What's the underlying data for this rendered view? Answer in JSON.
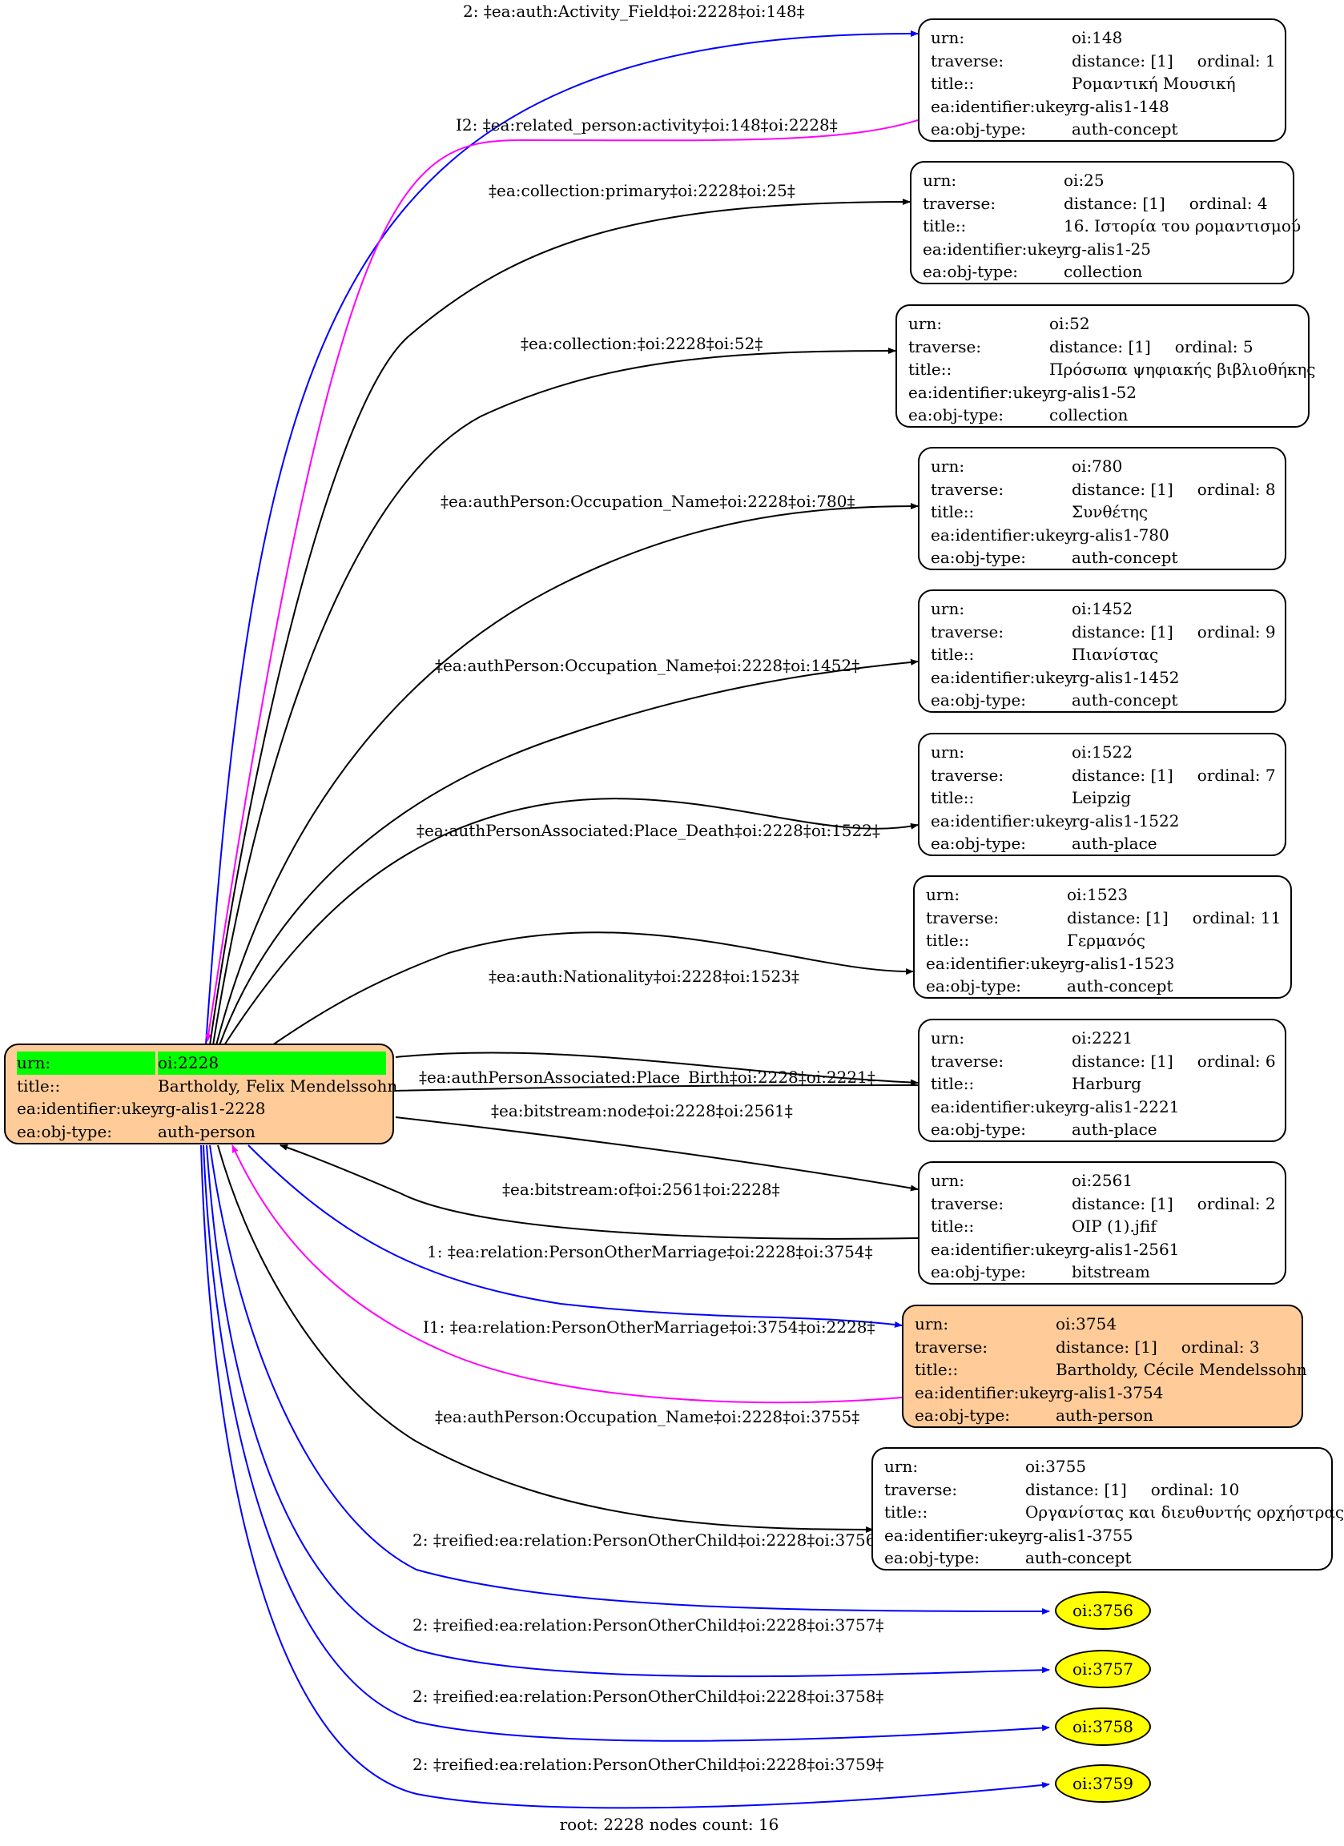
{
  "root_node": {
    "rows": [
      {
        "key": "urn:",
        "value": "oi:2228"
      },
      {
        "key": "title::",
        "value": "Bartholdy, Felix Mendelssohn"
      },
      {
        "key": "ea:identifier:ukey",
        "value": "rg-alis1-2228"
      },
      {
        "key": "ea:obj-type:",
        "value": "auth-person"
      }
    ],
    "highlight_color": "#00ff00",
    "fill_color": "#ffcc99"
  },
  "nodes": [
    {
      "id": "n148",
      "urn": "oi:148",
      "distance": "distance: [1]",
      "ordinal": "ordinal: 1",
      "title": "Ρομαντική Μουσική",
      "ukey": "rg-alis1-148",
      "obj_type": "auth-concept"
    },
    {
      "id": "n25",
      "urn": "oi:25",
      "distance": "distance: [1]",
      "ordinal": "ordinal: 4",
      "title": "16. Ιστορία του ρομαντισμού",
      "ukey": "rg-alis1-25",
      "obj_type": "collection"
    },
    {
      "id": "n52",
      "urn": "oi:52",
      "distance": "distance: [1]",
      "ordinal": "ordinal: 5",
      "title": "Πρόσωπα ψηφιακής βιβλιοθήκης",
      "ukey": "rg-alis1-52",
      "obj_type": "collection"
    },
    {
      "id": "n780",
      "urn": "oi:780",
      "distance": "distance: [1]",
      "ordinal": "ordinal: 8",
      "title": "Συνθέτης",
      "ukey": "rg-alis1-780",
      "obj_type": "auth-concept"
    },
    {
      "id": "n1452",
      "urn": "oi:1452",
      "distance": "distance: [1]",
      "ordinal": "ordinal: 9",
      "title": "Πιανίστας",
      "ukey": "rg-alis1-1452",
      "obj_type": "auth-concept"
    },
    {
      "id": "n1522",
      "urn": "oi:1522",
      "distance": "distance: [1]",
      "ordinal": "ordinal: 7",
      "title": "Leipzig",
      "ukey": "rg-alis1-1522",
      "obj_type": "auth-place"
    },
    {
      "id": "n1523",
      "urn": "oi:1523",
      "distance": "distance: [1]",
      "ordinal": "ordinal: 11",
      "title": "Γερμανός",
      "ukey": "rg-alis1-1523",
      "obj_type": "auth-concept"
    },
    {
      "id": "n2221",
      "urn": "oi:2221",
      "distance": "distance: [1]",
      "ordinal": "ordinal: 6",
      "title": "Harburg",
      "ukey": "rg-alis1-2221",
      "obj_type": "auth-place"
    },
    {
      "id": "n2561",
      "urn": "oi:2561",
      "distance": "distance: [1]",
      "ordinal": "ordinal: 2",
      "title": "OIP (1).jfif",
      "ukey": "rg-alis1-2561",
      "obj_type": "bitstream"
    },
    {
      "id": "n3754",
      "urn": "oi:3754",
      "distance": "distance: [1]",
      "ordinal": "ordinal: 3",
      "title": "Bartholdy, Cécile Mendelssohn",
      "ukey": "rg-alis1-3754",
      "obj_type": "auth-person",
      "person": true
    },
    {
      "id": "n3755",
      "urn": "oi:3755",
      "distance": "distance: [1]",
      "ordinal": "ordinal: 10",
      "title": "Οργανίστας και διευθυντής ορχήστρας",
      "ukey": "rg-alis1-3755",
      "obj_type": "auth-concept"
    }
  ],
  "field_labels": {
    "urn": "urn:",
    "traverse": "traverse:",
    "title": "title::",
    "ukey": "ea:identifier:ukey",
    "obj_type": "ea:obj-type:"
  },
  "leaf_nodes": [
    {
      "id": "n3756",
      "label": "oi:3756"
    },
    {
      "id": "n3757",
      "label": "oi:3757"
    },
    {
      "id": "n3758",
      "label": "oi:3758"
    },
    {
      "id": "n3759",
      "label": "oi:3759"
    }
  ],
  "leaf_color": "#ffff00",
  "edges": [
    {
      "id": "e148",
      "label": "2: ‡ea:auth:Activity_Field‡oi:2228‡oi:148‡",
      "color": "#0000ff"
    },
    {
      "id": "i148",
      "label": "I2: ‡ea:related_person:activity‡oi:148‡oi:2228‡",
      "color": "#ff00ff"
    },
    {
      "id": "e25",
      "label": "‡ea:collection:primary‡oi:2228‡oi:25‡",
      "color": "#000000"
    },
    {
      "id": "e52",
      "label": "‡ea:collection:‡oi:2228‡oi:52‡",
      "color": "#000000"
    },
    {
      "id": "e780",
      "label": "‡ea:authPerson:Occupation_Name‡oi:2228‡oi:780‡",
      "color": "#000000"
    },
    {
      "id": "e1452",
      "label": "‡ea:authPerson:Occupation_Name‡oi:2228‡oi:1452‡",
      "color": "#000000"
    },
    {
      "id": "e1522",
      "label": "‡ea:authPersonAssociated:Place_Death‡oi:2228‡oi:1522‡",
      "color": "#000000"
    },
    {
      "id": "e1523",
      "label": "‡ea:auth:Nationality‡oi:2228‡oi:1523‡",
      "color": "#000000"
    },
    {
      "id": "e2221",
      "label": "‡ea:authPersonAssociated:Place_Birth‡oi:2228‡oi:2221‡",
      "color": "#000000"
    },
    {
      "id": "e2561",
      "label": "‡ea:bitstream:node‡oi:2228‡oi:2561‡",
      "color": "#000000"
    },
    {
      "id": "i2561",
      "label": "‡ea:bitstream:of‡oi:2561‡oi:2228‡",
      "color": "#000000"
    },
    {
      "id": "e3754",
      "label": "1: ‡ea:relation:PersonOtherMarriage‡oi:2228‡oi:3754‡",
      "color": "#0000ff"
    },
    {
      "id": "i3754",
      "label": "I1: ‡ea:relation:PersonOtherMarriage‡oi:3754‡oi:2228‡",
      "color": "#ff00ff"
    },
    {
      "id": "e3755",
      "label": "‡ea:authPerson:Occupation_Name‡oi:2228‡oi:3755‡",
      "color": "#000000"
    },
    {
      "id": "e3756",
      "label": "2: ‡reified:ea:relation:PersonOtherChild‡oi:2228‡oi:3756‡",
      "color": "#0000ff"
    },
    {
      "id": "e3757",
      "label": "2: ‡reified:ea:relation:PersonOtherChild‡oi:2228‡oi:3757‡",
      "color": "#0000ff"
    },
    {
      "id": "e3758",
      "label": "2: ‡reified:ea:relation:PersonOtherChild‡oi:2228‡oi:3758‡",
      "color": "#0000ff"
    },
    {
      "id": "e3759",
      "label": "2: ‡reified:ea:relation:PersonOtherChild‡oi:2228‡oi:3759‡",
      "color": "#0000ff"
    }
  ],
  "footer": "root: 2228 nodes count: 16"
}
